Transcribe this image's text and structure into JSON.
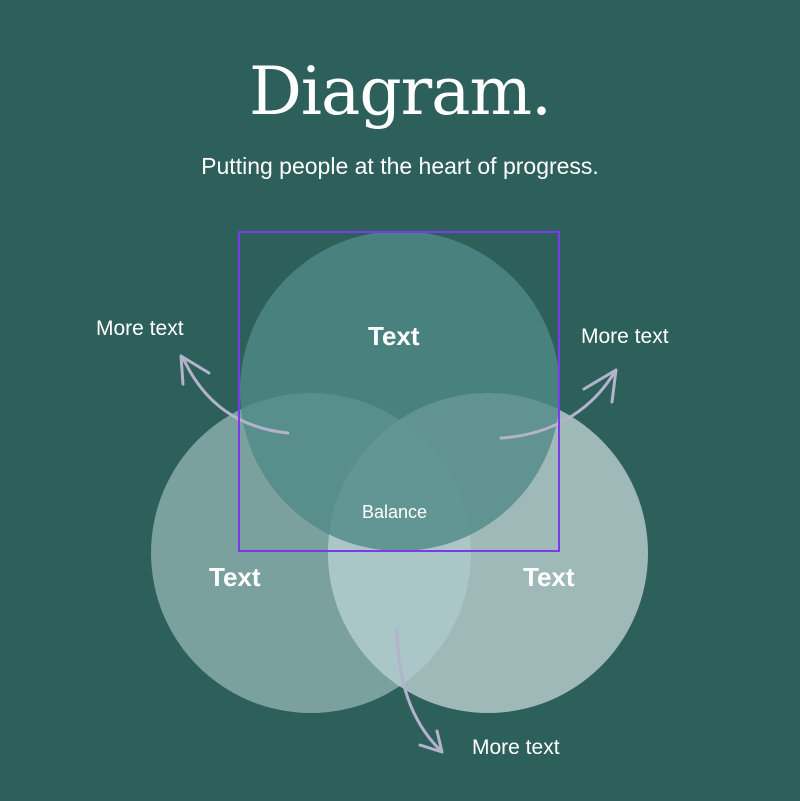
{
  "header": {
    "title": "Diagram.",
    "subtitle": "Putting people at the heart of progress."
  },
  "venn": {
    "top_label": "Text",
    "left_label": "Text",
    "right_label": "Text",
    "center_label": "Balance"
  },
  "callouts": {
    "left": "More text",
    "right": "More text",
    "bottom": "More text"
  },
  "colors": {
    "background": "#2d5f5b",
    "top_circle": "#508a87",
    "left_circle": "#7ba19f",
    "right_circle": "#9fb9b8",
    "arrow": "#b3b3cc",
    "selection": "#7c3aed"
  }
}
